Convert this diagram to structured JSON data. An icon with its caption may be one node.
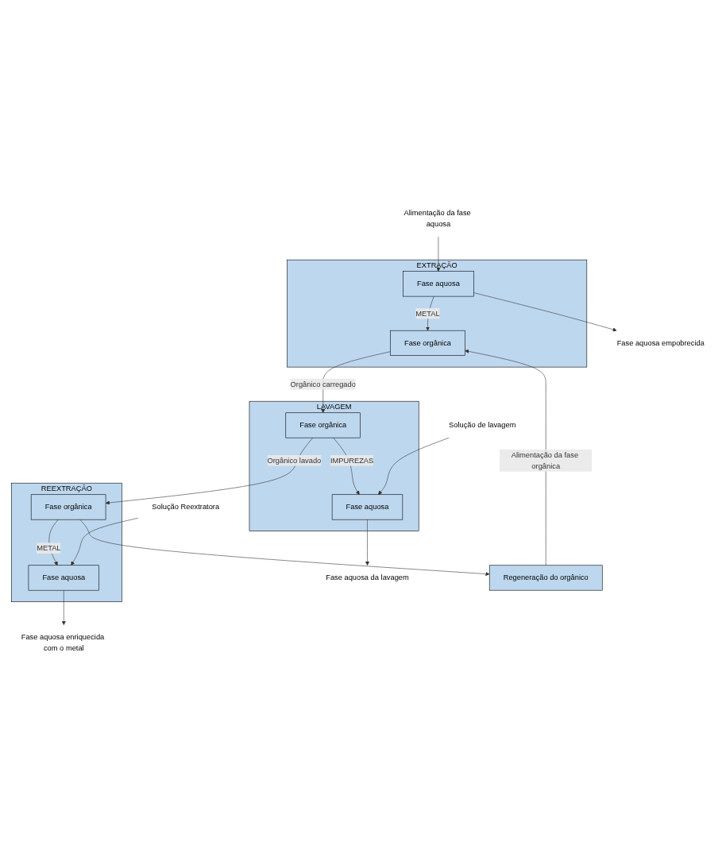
{
  "diagram": {
    "nodes": [
      {
        "text": [
          "EXTRAÇÃO"
        ]
      },
      {
        "text": [
          "Fase orgânica"
        ],
        "in": 0
      },
      {
        "text": [
          "Fase aquosa"
        ],
        "in": 0
      },
      {
        "text": [
          "Alimentação da fase aquosa"
        ]
      },
      {
        "text": [
          "Fase aquosa empobrecida"
        ]
      },
      {
        "text": [
          "LAVAGEM"
        ]
      },
      {
        "text": [
          "Fase orgânica"
        ],
        "in": 5
      },
      {
        "text": [
          "Fase aquosa"
        ],
        "in": 5
      },
      {
        "text": [
          "Solução de lavagem"
        ]
      },
      {
        "text": [
          "Fase aquosa da lavagem"
        ]
      },
      {
        "text": [
          "REEXTRAÇÃO"
        ]
      },
      {
        "text": [
          "Fase orgânica"
        ],
        "in": 10
      },
      {
        "text": [
          "Fase aquosa"
        ],
        "in": 10
      },
      {
        "text": [
          "Solução Reextratora"
        ]
      },
      {
        "text": [
          "Fase aquosa enriquecida com o metal"
        ]
      },
      {
        "text": [
          "Regeneração do orgânico"
        ]
      }
    ],
    "edges": [
      {
        "from": 15,
        "to": 1,
        "arrow": "to",
        "label": "Alimentação da fase orgânica"
      },
      {
        "from": 2,
        "to": 1,
        "arrow": "to",
        "label": "METAL"
      },
      {
        "from": 3,
        "to": 2,
        "arrow": "to"
      },
      {
        "from": 2,
        "to": 4,
        "arrow": "to"
      },
      {
        "from": 1,
        "to": 6,
        "arrow": "to",
        "label": "Orgânico carregado"
      },
      {
        "from": 6,
        "to": 7,
        "arrow": "to",
        "label": "IMPUREZAS"
      },
      {
        "from": 8,
        "to": 7,
        "arrow": "to"
      },
      {
        "from": 7,
        "to": 9,
        "arrow": "to"
      },
      {
        "from": 6,
        "to": 11,
        "arrow": "to",
        "label": "Orgânico lavado"
      },
      {
        "from": 11,
        "to": 12,
        "arrow": "to",
        "label": "METAL"
      },
      {
        "from": 13,
        "to": 12,
        "arrow": "to"
      },
      {
        "from": 12,
        "to": 14,
        "arrow": "to"
      },
      {
        "from": 11,
        "to": 15,
        "arrow": "to"
      }
    ]
  }
}
